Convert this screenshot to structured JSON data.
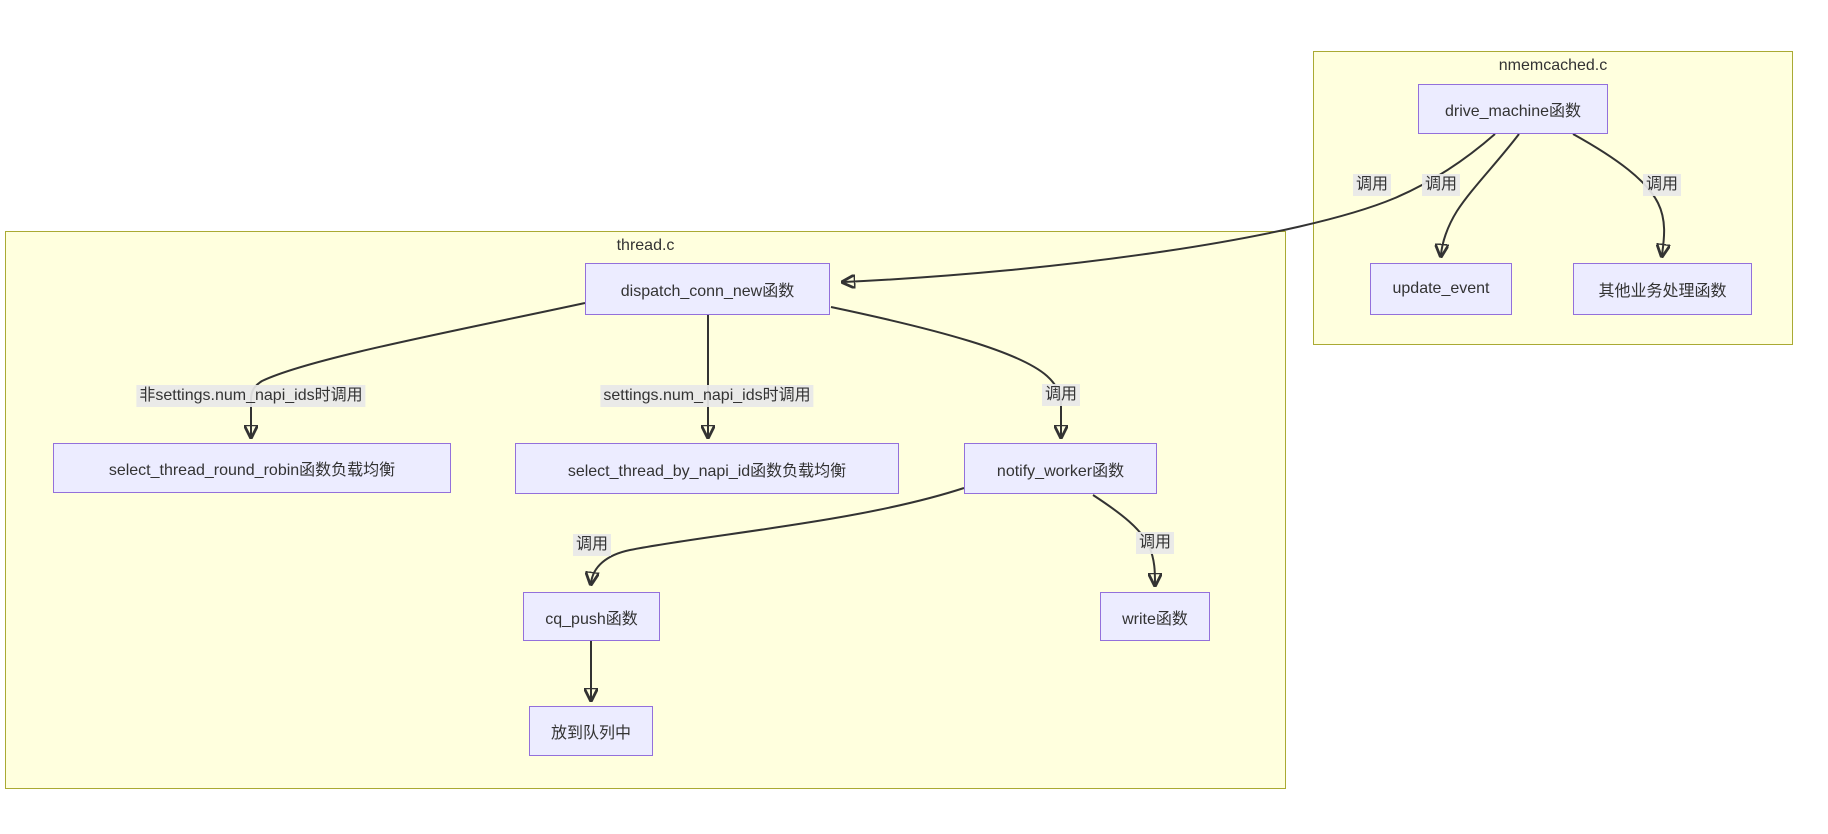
{
  "diagram": {
    "type": "flowchart",
    "clusters": [
      {
        "id": "thread_c",
        "title": "thread.c"
      },
      {
        "id": "nmemcached_c",
        "title": "nmemcached.c"
      }
    ],
    "nodes": [
      {
        "id": "dispatch_conn_new",
        "label": "dispatch_conn_new函数",
        "cluster": "thread.c"
      },
      {
        "id": "select_thread_round_robin",
        "label": "select_thread_round_robin函数负载均衡",
        "cluster": "thread.c"
      },
      {
        "id": "select_thread_by_napi_id",
        "label": "select_thread_by_napi_id函数负载均衡",
        "cluster": "thread.c"
      },
      {
        "id": "notify_worker",
        "label": "notify_worker函数",
        "cluster": "thread.c"
      },
      {
        "id": "cq_push",
        "label": "cq_push函数",
        "cluster": "thread.c"
      },
      {
        "id": "write",
        "label": "write函数",
        "cluster": "thread.c"
      },
      {
        "id": "enqueue",
        "label": "放到队列中",
        "cluster": "thread.c"
      },
      {
        "id": "drive_machine",
        "label": "drive_machine函数",
        "cluster": "nmemcached.c"
      },
      {
        "id": "update_event",
        "label": "update_event",
        "cluster": "nmemcached.c"
      },
      {
        "id": "other_business",
        "label": "其他业务处理函数",
        "cluster": "nmemcached.c"
      }
    ],
    "edges": [
      {
        "from": "drive_machine",
        "to": "dispatch_conn_new",
        "label": "调用"
      },
      {
        "from": "drive_machine",
        "to": "update_event",
        "label": "调用"
      },
      {
        "from": "drive_machine",
        "to": "other_business",
        "label": "调用"
      },
      {
        "from": "dispatch_conn_new",
        "to": "select_thread_round_robin",
        "label": "非settings.num_napi_ids时调用"
      },
      {
        "from": "dispatch_conn_new",
        "to": "select_thread_by_napi_id",
        "label": "settings.num_napi_ids时调用"
      },
      {
        "from": "dispatch_conn_new",
        "to": "notify_worker",
        "label": "调用"
      },
      {
        "from": "notify_worker",
        "to": "cq_push",
        "label": "调用"
      },
      {
        "from": "notify_worker",
        "to": "write",
        "label": "调用"
      },
      {
        "from": "cq_push",
        "to": "enqueue",
        "label": ""
      }
    ],
    "colors": {
      "node_fill": "#ECECFF",
      "node_border": "#9370DB",
      "cluster_fill": "#ffffde",
      "cluster_border": "#aaaa33",
      "edge": "#333333",
      "edge_label_bg": "#e8e8e8",
      "text": "#333333"
    }
  }
}
